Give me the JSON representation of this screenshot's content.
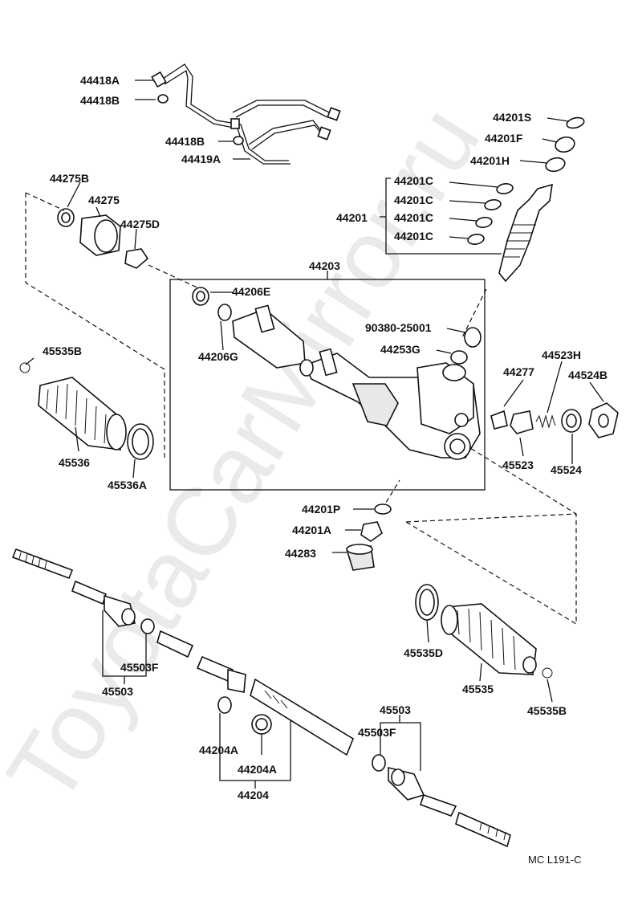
{
  "watermark": "ToyotaCarMirror.ru",
  "diagram_code": "MC L191-C",
  "labels": {
    "l44418A": "44418A",
    "l44418B_1": "44418B",
    "l44418B_2": "44418B",
    "l44419A": "44419A",
    "l44201S": "44201S",
    "l44201F": "44201F",
    "l44201H": "44201H",
    "l44201C_1": "44201C",
    "l44201C_2": "44201C",
    "l44201C_3": "44201C",
    "l44201C_4": "44201C",
    "l44201": "44201",
    "l44275B": "44275B",
    "l44275": "44275",
    "l44275D": "44275D",
    "l44203": "44203",
    "l44206E": "44206E",
    "l44206G": "44206G",
    "l90380": "90380-25001",
    "l44253G": "44253G",
    "l45535B_1": "45535B",
    "l45536": "45536",
    "l45536A": "45536A",
    "l44277": "44277",
    "l44523H": "44523H",
    "l44524B": "44524B",
    "l45523": "45523",
    "l45524": "45524",
    "l44201P": "44201P",
    "l44201A": "44201A",
    "l44283": "44283",
    "l45503F_1": "45503F",
    "l45503_1": "45503",
    "l45535D": "45535D",
    "l45535": "45535",
    "l45535B_2": "45535B",
    "l45503_2": "45503",
    "l45503F_2": "45503F",
    "l44204A_1": "44204A",
    "l44204A_2": "44204A",
    "l44204": "44204"
  }
}
